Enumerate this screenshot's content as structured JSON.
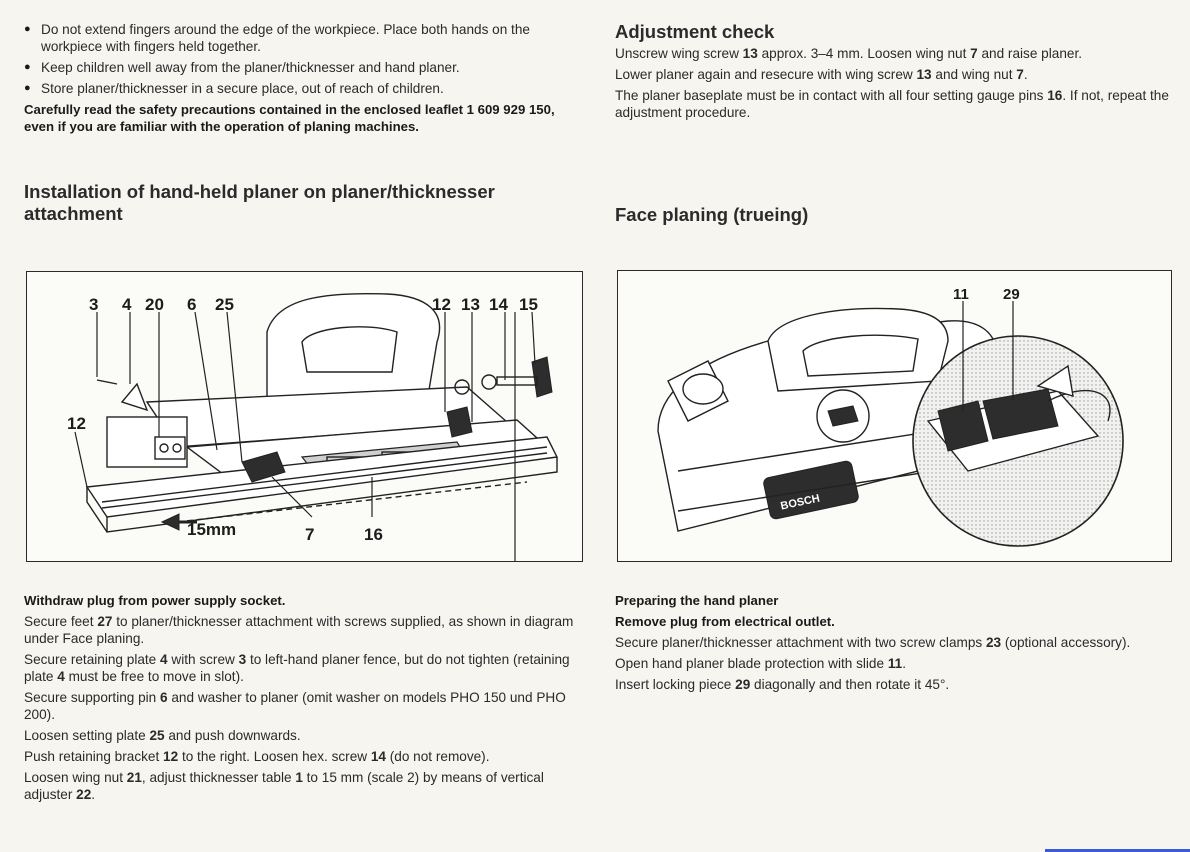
{
  "left": {
    "safety": [
      "Do not extend fingers around the edge of the workpiece. Place both hands on the workpiece with fingers held together.",
      "Keep children well away from the planer/thicknesser and hand planer.",
      "Store planer/thicknesser in a secure place, out of reach of children."
    ],
    "warning": "Carefully read the safety precautions contained in the enclosed leaflet 1 609 929 150, even if you are familiar with the operation of planing machines.",
    "heading": "Installation of hand-held planer on planer/thicknesser attachment",
    "figure": {
      "labels": [
        "3",
        "4",
        "20",
        "6",
        "25",
        "12",
        "13",
        "14",
        "15",
        "12",
        "7",
        "16"
      ],
      "dimension": "15mm"
    },
    "subheading": "Withdraw plug from power supply socket.",
    "steps": [
      {
        "a": "Secure feet ",
        "b": "27",
        "c": " to planer/thicknesser attachment with screws supplied, as shown in diagram under Face planing."
      },
      {
        "a": "Secure retaining plate ",
        "b": "4",
        "c": " with screw ",
        "d": "3",
        "e": " to left-hand planer fence, but do not tighten (retaining plate ",
        "f": "4",
        "g": " must be free to move in slot)."
      },
      {
        "a": "Secure supporting pin ",
        "b": "6",
        "c": " and washer to planer (omit washer on models PHO 150 und PHO 200)."
      },
      {
        "a": "Loosen setting plate ",
        "b": "25",
        "c": " and push downwards."
      },
      {
        "a": "Push retaining bracket ",
        "b": "12",
        "c": " to the right. Loosen hex. screw ",
        "d": "14",
        "e": " (do not remove)."
      },
      {
        "a": "Loosen wing nut ",
        "b": "21",
        "c": ", adjust thicknesser table ",
        "d": "1",
        "e": " to 15 mm (scale 2) by means of vertical adjuster ",
        "f": "22",
        "g": "."
      }
    ]
  },
  "right": {
    "heading1": "Adjustment check",
    "check": [
      {
        "a": "Unscrew wing screw ",
        "b": "13",
        "c": " approx. 3–4 mm. Loosen wing nut ",
        "d": "7",
        "e": " and raise planer."
      },
      {
        "a": "Lower planer again and resecure with wing screw ",
        "b": "13",
        "c": " and wing nut ",
        "d": "7",
        "e": "."
      },
      {
        "a": "The planer baseplate must be in contact with all four setting gauge pins ",
        "b": "16",
        "c": ". If not, repeat the adjustment procedure."
      }
    ],
    "heading2": "Face planing (trueing)",
    "figure": {
      "labels": [
        "11",
        "29"
      ],
      "brand": "BOSCH"
    },
    "sub1": "Preparing the hand planer",
    "sub2": "Remove plug from electrical outlet.",
    "prep": [
      {
        "a": "Secure planer/thicknesser attachment with two screw clamps ",
        "b": "23",
        "c": " (optional accessory)."
      },
      {
        "a": "Open hand planer blade protection with slide ",
        "b": "11",
        "c": "."
      },
      {
        "a": "Insert locking piece ",
        "b": "29",
        "c": " diagonally and then rotate it 45°."
      }
    ]
  }
}
